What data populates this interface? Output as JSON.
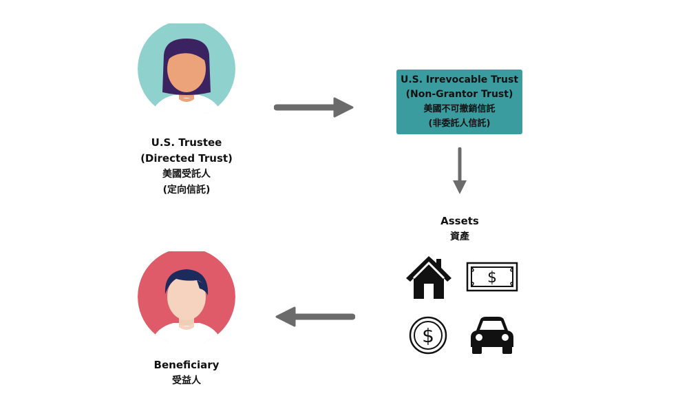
{
  "trustee": {
    "line1": "U.S. Trustee",
    "line2": "(Directed Trust)",
    "line3": "美國受託人",
    "line4": "(定向信託)",
    "circle_color": "#8fd1cc",
    "hair_color": "#3a2360"
  },
  "trust": {
    "line1": "U.S. Irrevocable Trust",
    "line2": "(Non-Grantor Trust)",
    "line3": "美國不可撤銷信託",
    "line4": "(非委託人信託)",
    "box_color": "#3b9ca0"
  },
  "assets": {
    "label": "Assets",
    "label_cjk": "資產",
    "icons": [
      "house-icon",
      "banknote-icon",
      "dollar-coin-icon",
      "car-icon"
    ]
  },
  "beneficiary": {
    "line1": "Beneficiary",
    "line2": "受益人",
    "circle_color": "#e05b6a",
    "hair_color": "#1d2a5c"
  },
  "arrow_color": "#6b6b6b"
}
